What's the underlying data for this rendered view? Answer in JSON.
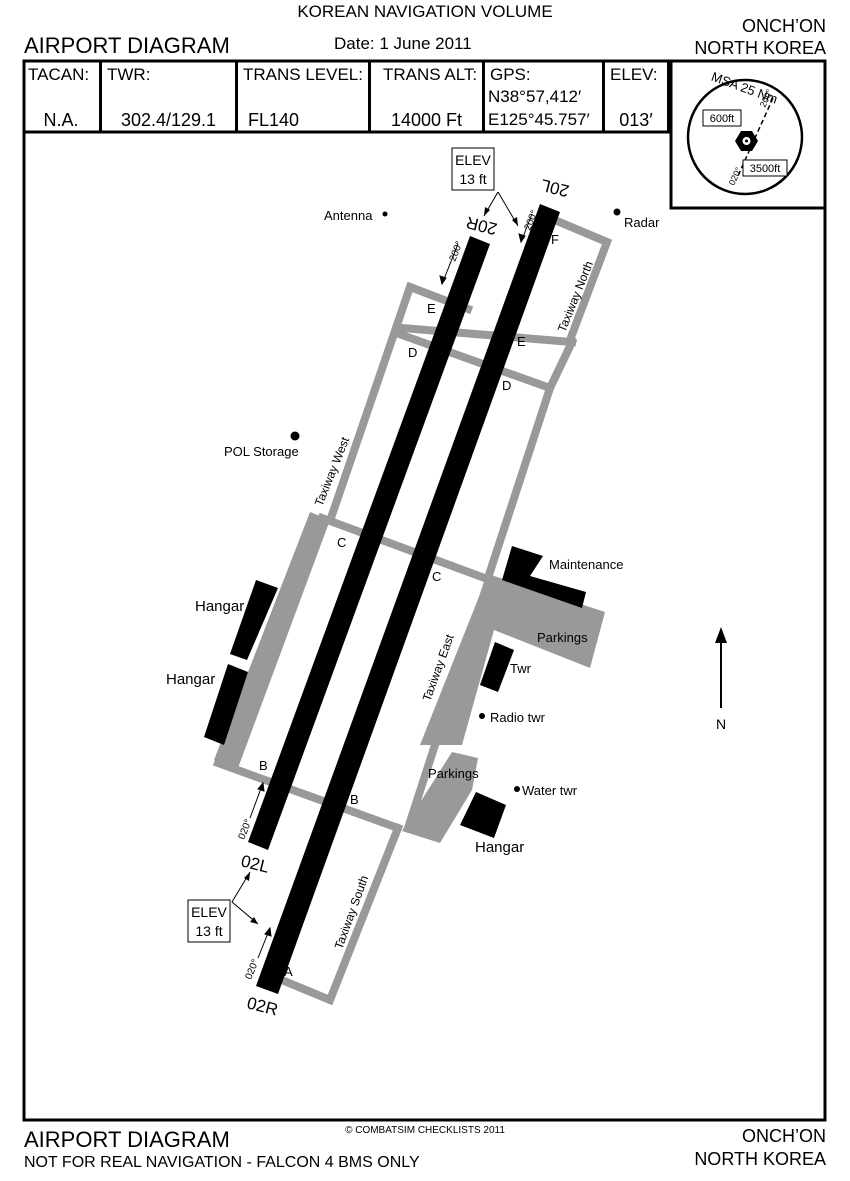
{
  "header": {
    "volume": "KOREAN NAVIGATION VOLUME",
    "title": "AIRPORT DIAGRAM",
    "date": "Date: 1 June 2011",
    "location_line1": "ONCH’ON",
    "location_line2": "NORTH KOREA"
  },
  "info": {
    "tacan_label": "TACAN:",
    "tacan_value": "N.A.",
    "twr_label": "TWR:",
    "twr_value": "302.4/129.1",
    "trans_level_label": "TRANS LEVEL:",
    "trans_level_value": "FL140",
    "trans_alt_label": "TRANS ALT:",
    "trans_alt_value": "14000 Ft",
    "gps_label": "GPS:",
    "gps_lat": "N38°57,412′",
    "gps_lon": "E125°45.757′",
    "elev_label": "ELEV:",
    "elev_value": "013′"
  },
  "msa": {
    "title": "MSA 25 Nm",
    "sector_a_alt": "600ft",
    "sector_b_alt": "3500ft",
    "bearing_a": "200°",
    "bearing_b": "020°"
  },
  "runways": {
    "rwy_02L": "02L",
    "rwy_02R": "02R",
    "rwy_20L": "20L",
    "rwy_20R": "20R",
    "heading_200": "200°",
    "heading_020": "020°"
  },
  "elev_callouts": {
    "label": "ELEV",
    "value": "13 ft"
  },
  "taxiways": {
    "north": "Taxiway North",
    "west": "Taxiway West",
    "east": "Taxiway East",
    "south": "Taxiway South",
    "A": "A",
    "B": "B",
    "C": "C",
    "D": "D",
    "E": "E",
    "F": "F"
  },
  "facilities": {
    "antenna": "Antenna",
    "radar": "Radar",
    "pol_storage": "POL Storage",
    "maintenance": "Maintenance",
    "hangar": "Hangar",
    "parkings": "Parkings",
    "twr": "Twr",
    "radio_twr": "Radio twr",
    "water_twr": "Water twr"
  },
  "north_label": "N",
  "footer": {
    "title": "AIRPORT DIAGRAM",
    "note": "NOT FOR REAL NAVIGATION - FALCON 4 BMS ONLY",
    "copyright": "© COMBATSIM CHECKLISTS 2011",
    "location_line1": "ONCH’ON",
    "location_line2": "NORTH KOREA"
  },
  "colors": {
    "runway": "#000000",
    "taxiway": "#999999",
    "background": "#ffffff"
  }
}
